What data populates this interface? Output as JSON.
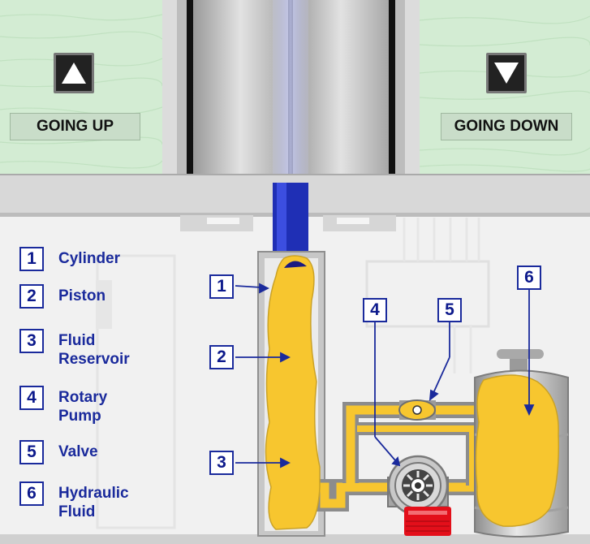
{
  "controls": {
    "up": {
      "label": "GOING UP",
      "icon": "up-arrow-icon"
    },
    "down": {
      "label": "GOING DOWN",
      "icon": "down-arrow-icon"
    }
  },
  "legend": [
    {
      "num": "1",
      "line1": "Cylinder",
      "line2": ""
    },
    {
      "num": "2",
      "line1": "Piston",
      "line2": ""
    },
    {
      "num": "3",
      "line1": "Fluid",
      "line2": "Reservoir"
    },
    {
      "num": "4",
      "line1": "Rotary",
      "line2": "Pump"
    },
    {
      "num": "5",
      "line1": "Valve",
      "line2": ""
    },
    {
      "num": "6",
      "line1": "Hydraulic",
      "line2": "Fluid"
    }
  ],
  "callouts": [
    "1",
    "2",
    "3",
    "4",
    "5",
    "6"
  ],
  "colors": {
    "fluid": "#f7c62f",
    "piston": "#1f2fb5",
    "label_blue": "#1a2a9c",
    "wall_green": "#d3ecd3",
    "pump_motor": "#e30f1a"
  }
}
